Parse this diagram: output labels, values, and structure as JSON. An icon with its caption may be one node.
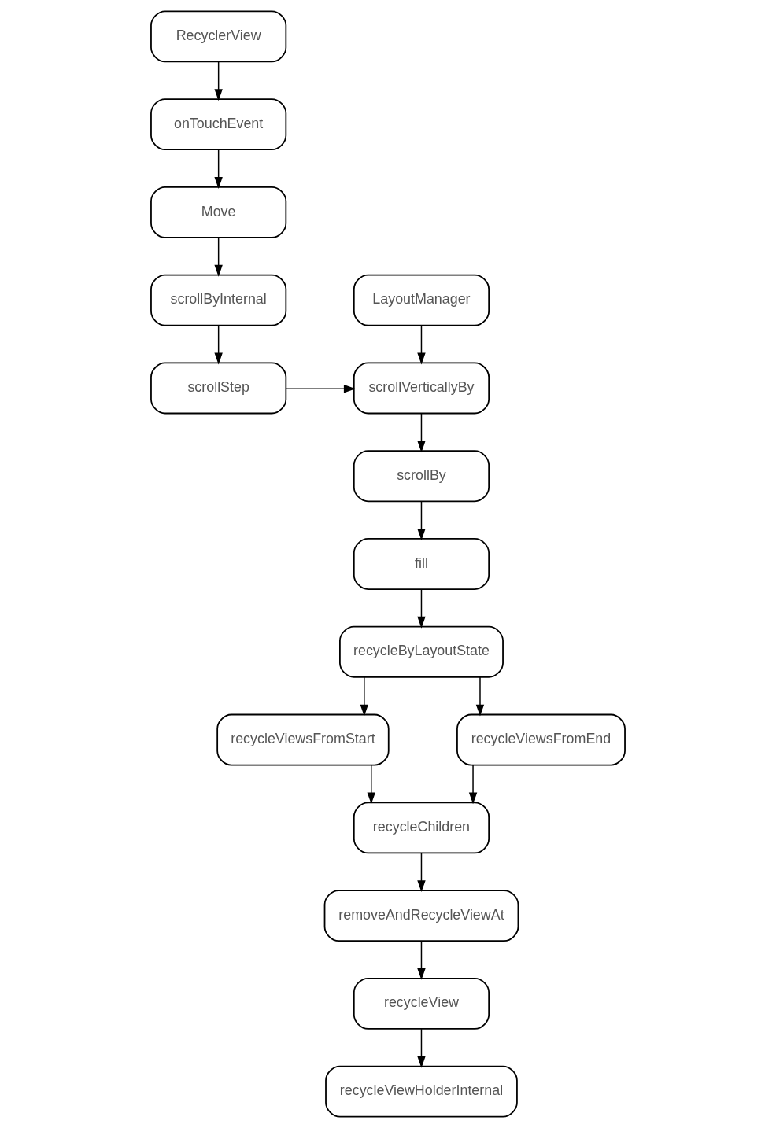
{
  "diagram": {
    "nodes": [
      {
        "text": [
          "RecyclerView"
        ]
      },
      {
        "text": [
          "onTouchEvent"
        ]
      },
      {
        "text": [
          "Move"
        ]
      },
      {
        "text": [
          "scrollByInternal"
        ]
      },
      {
        "text": [
          "scrollStep"
        ]
      },
      {
        "text": [
          "LayoutManager"
        ]
      },
      {
        "text": [
          "scrollVerticallyBy"
        ]
      },
      {
        "text": [
          "scrollBy"
        ]
      },
      {
        "text": [
          "fill"
        ]
      },
      {
        "text": [
          "recycleByLayoutState"
        ]
      },
      {
        "text": [
          "recycleViewsFromStart"
        ]
      },
      {
        "text": [
          "recycleViewsFromEnd"
        ]
      },
      {
        "text": [
          "recycleChildren"
        ]
      },
      {
        "text": [
          "removeAndRecycleViewAt"
        ]
      },
      {
        "text": [
          "recycleView"
        ]
      },
      {
        "text": [
          "recycleViewHolderInternal"
        ]
      }
    ],
    "edges": [
      {
        "from": 0,
        "to": 1,
        "arrow": "to"
      },
      {
        "from": 1,
        "to": 2,
        "arrow": "to"
      },
      {
        "from": 2,
        "to": 3,
        "arrow": "to"
      },
      {
        "from": 3,
        "to": 4,
        "arrow": "to"
      },
      {
        "from": 4,
        "to": 6,
        "arrow": "to"
      },
      {
        "from": 5,
        "to": 6,
        "arrow": "to"
      },
      {
        "from": 6,
        "to": 7,
        "arrow": "to"
      },
      {
        "from": 7,
        "to": 8,
        "arrow": "to"
      },
      {
        "from": 8,
        "to": 9,
        "arrow": "to"
      },
      {
        "from": 9,
        "to": 10,
        "arrow": "to"
      },
      {
        "from": 9,
        "to": 11,
        "arrow": "to"
      },
      {
        "from": 10,
        "to": 12,
        "arrow": "to"
      },
      {
        "from": 11,
        "to": 12,
        "arrow": "to"
      },
      {
        "from": 12,
        "to": 13,
        "arrow": "to"
      },
      {
        "from": 13,
        "to": 14,
        "arrow": "to"
      },
      {
        "from": 14,
        "to": 15,
        "arrow": "to"
      }
    ]
  }
}
